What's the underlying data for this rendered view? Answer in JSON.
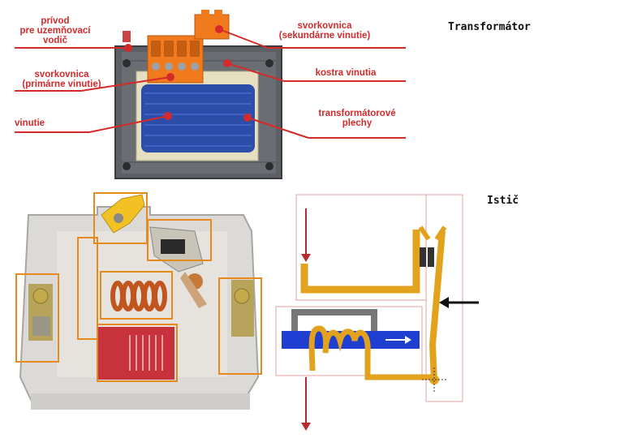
{
  "titles": {
    "transformer": "Transformátor",
    "breaker": "Istič"
  },
  "transformer_labels": {
    "ground_lead": "prívod\npre uzemňovací\nvodič",
    "primary_terminal": "svorkovnica\n(primárne vinutie)",
    "winding": "vinutie",
    "secondary_terminal": "svorkovnica\n(sekundárne vinutie)",
    "coil_frame": "kostra vinutia",
    "core_sheets": "transformátorové\nplechy"
  },
  "colors": {
    "label_red": "#d42a2a",
    "copper": "#e3a21d",
    "blue_plunger": "#1f3fd1",
    "breaker_red": "#c8323c",
    "highlight_orange": "#e68a1e"
  }
}
